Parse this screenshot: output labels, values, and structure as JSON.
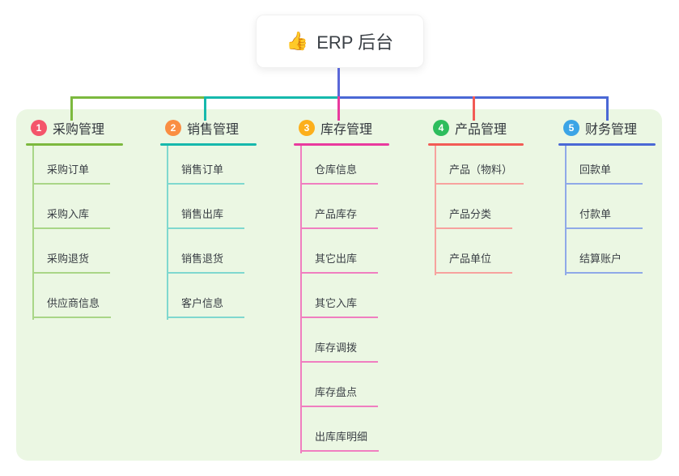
{
  "root": {
    "icon": "👍",
    "label": "ERP 后台"
  },
  "branches": [
    {
      "num": "1",
      "label": "采购管理",
      "children": [
        "采购订单",
        "采购入库",
        "采购退货",
        "供应商信息"
      ]
    },
    {
      "num": "2",
      "label": "销售管理",
      "children": [
        "销售订单",
        "销售出库",
        "销售退货",
        "客户信息"
      ]
    },
    {
      "num": "3",
      "label": "库存管理",
      "children": [
        "仓库信息",
        "产品库存",
        "其它出库",
        "其它入库",
        "库存调拨",
        "库存盘点",
        "出库库明细"
      ]
    },
    {
      "num": "4",
      "label": "产品管理",
      "children": [
        "产品（物料）",
        "产品分类",
        "产品单位"
      ]
    },
    {
      "num": "5",
      "label": "财务管理",
      "children": [
        "回款单",
        "付款单",
        "结算账户"
      ]
    }
  ],
  "colors": {
    "panel_bg": "#ebf7e3",
    "root_stem": "#5a67d8",
    "b1_main": "#7cb93e",
    "b1_light": "#a9d687",
    "b1_badge": "#f4556b",
    "b2_main": "#16b9ac",
    "b2_light": "#7fd8cf",
    "b2_badge": "#fa8e42",
    "b3_main": "#e93a9e",
    "b3_light": "#f07ec0",
    "b3_badge": "#fcaf1b",
    "b4_main": "#f25b55",
    "b4_light": "#f7a29e",
    "b4_badge": "#2dbd5d",
    "b5_main": "#4a68d5",
    "b5_light": "#8fa9e8",
    "b5_badge": "#3ba4e6"
  }
}
